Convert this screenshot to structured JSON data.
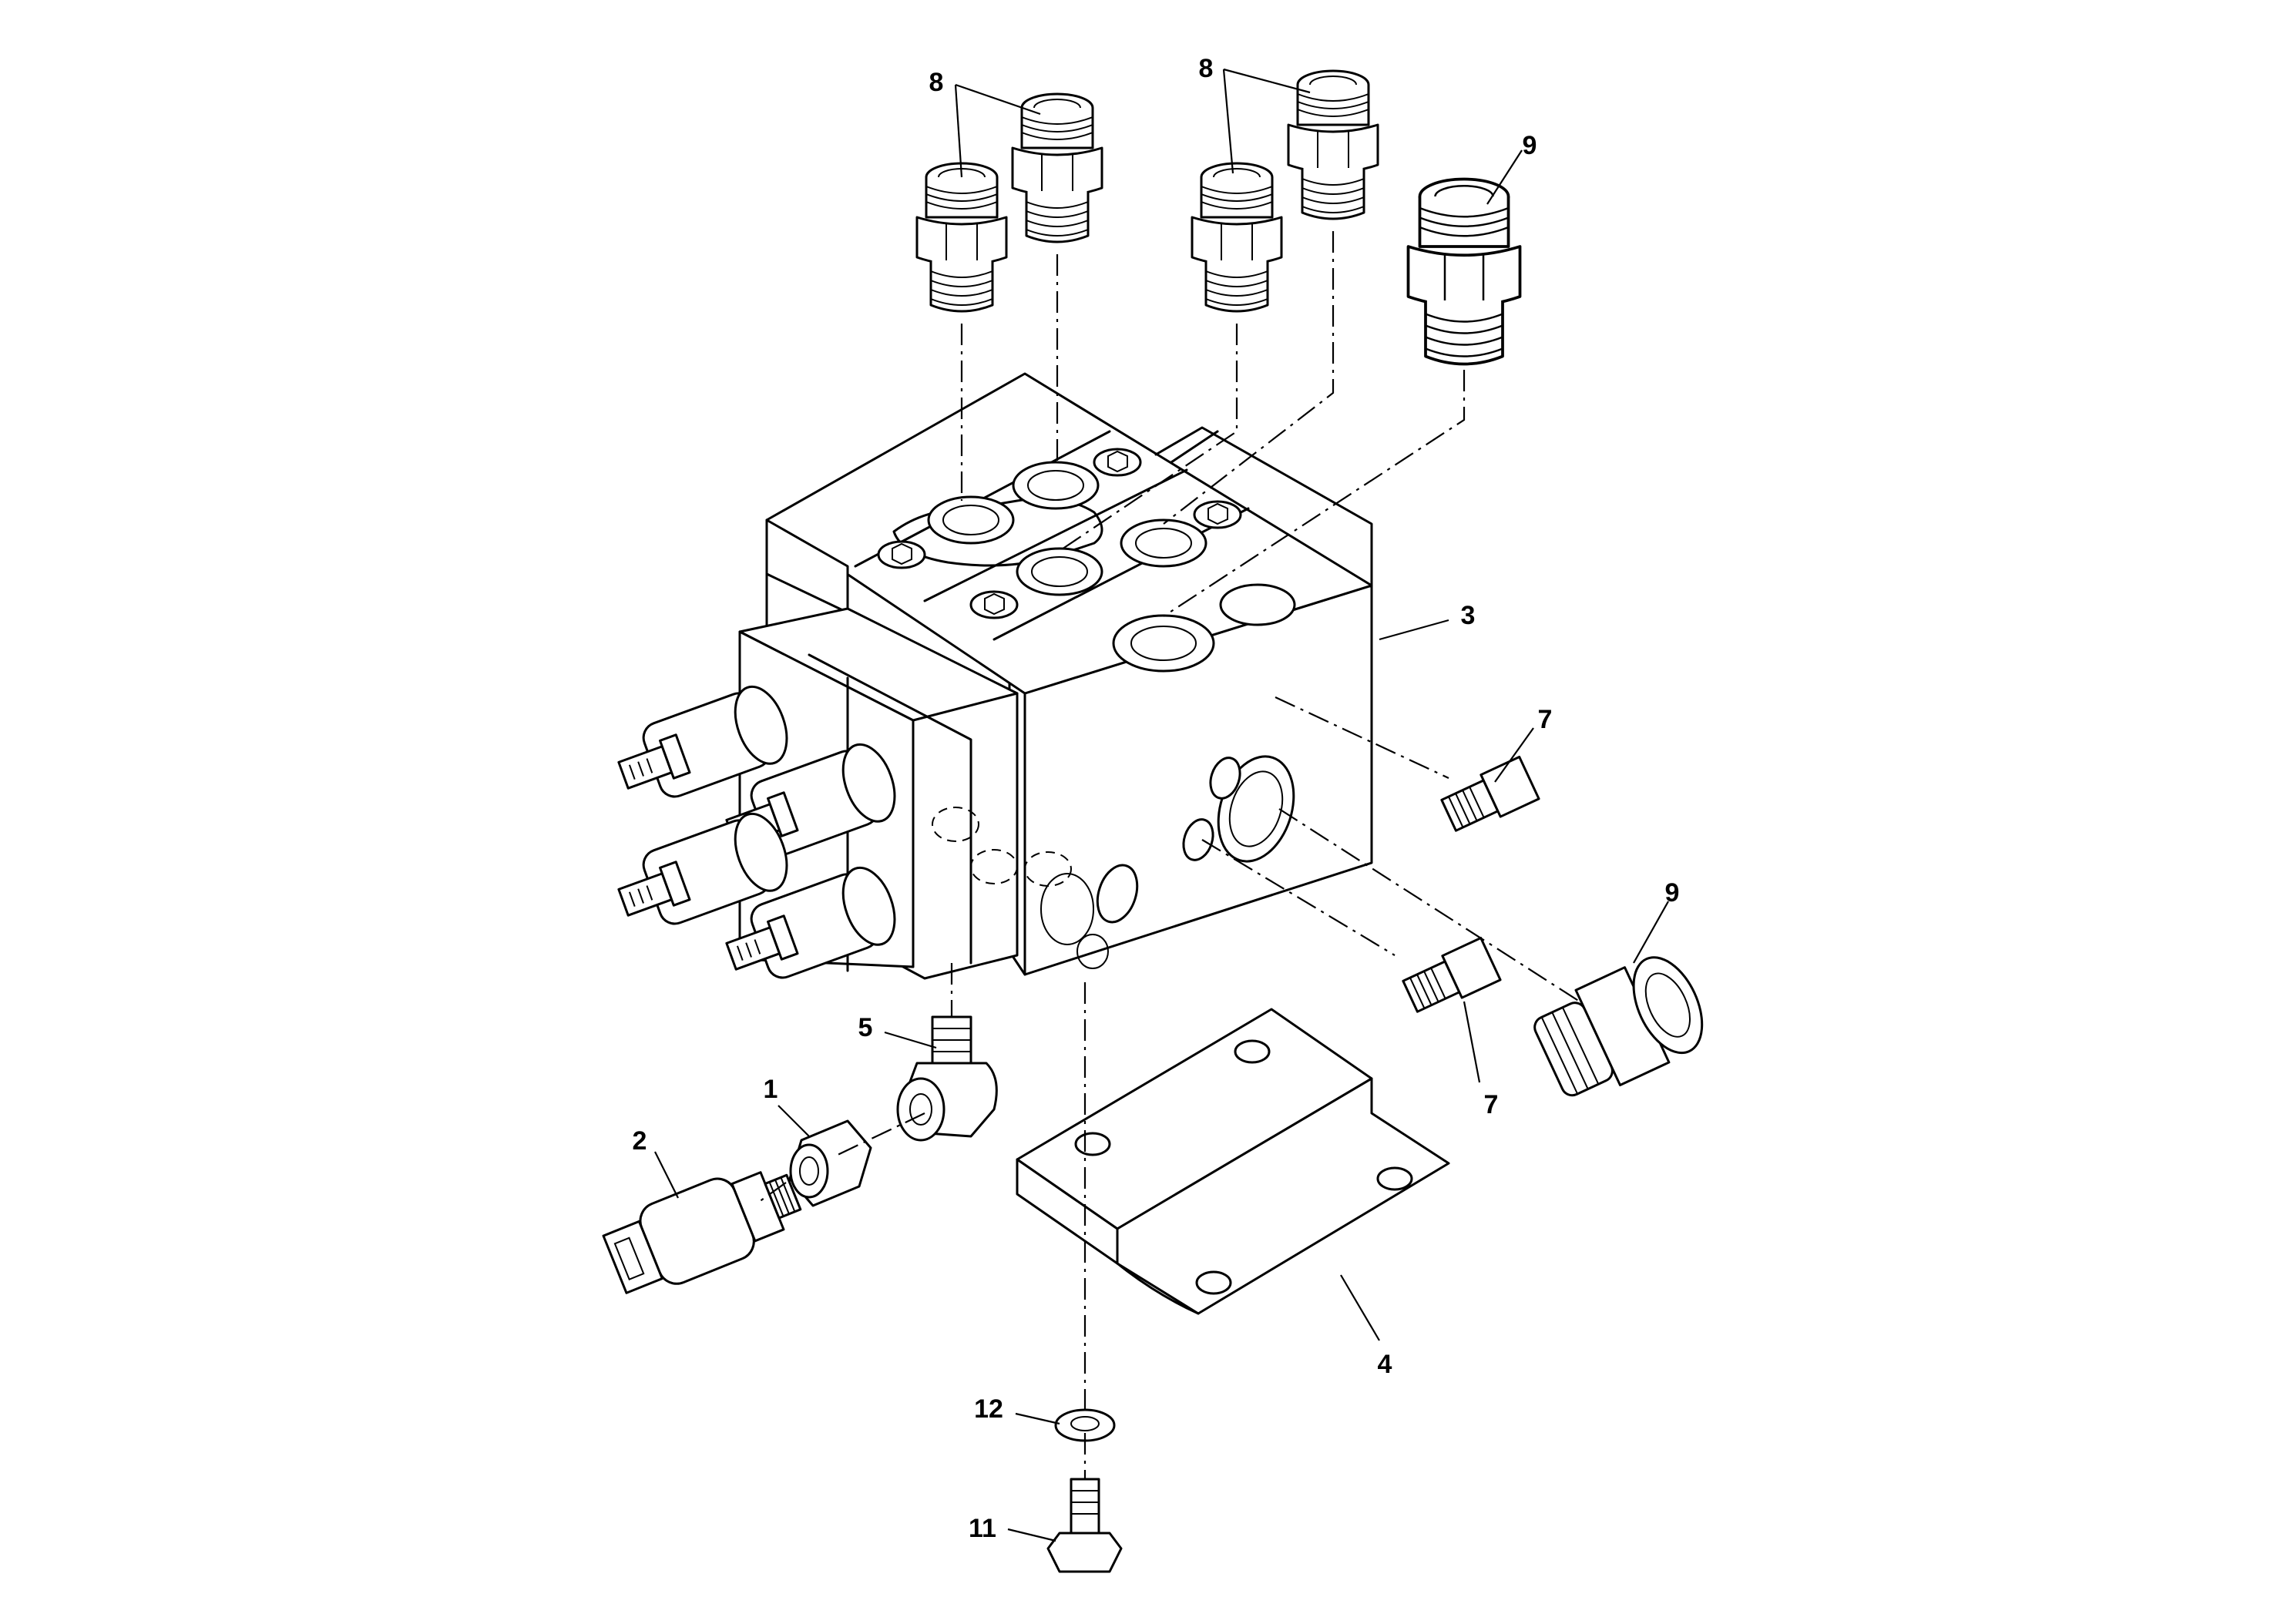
{
  "callouts": [
    {
      "id": "callout-8a",
      "label": "8"
    },
    {
      "id": "callout-8b",
      "label": "8"
    },
    {
      "id": "callout-9a",
      "label": "9"
    },
    {
      "id": "callout-3",
      "label": "3"
    },
    {
      "id": "callout-7a",
      "label": "7"
    },
    {
      "id": "callout-9b",
      "label": "9"
    },
    {
      "id": "callout-7b",
      "label": "7"
    },
    {
      "id": "callout-5",
      "label": "5"
    },
    {
      "id": "callout-1",
      "label": "1"
    },
    {
      "id": "callout-2",
      "label": "2"
    },
    {
      "id": "callout-4",
      "label": "4"
    },
    {
      "id": "callout-12",
      "label": "12"
    },
    {
      "id": "callout-11",
      "label": "11"
    }
  ]
}
